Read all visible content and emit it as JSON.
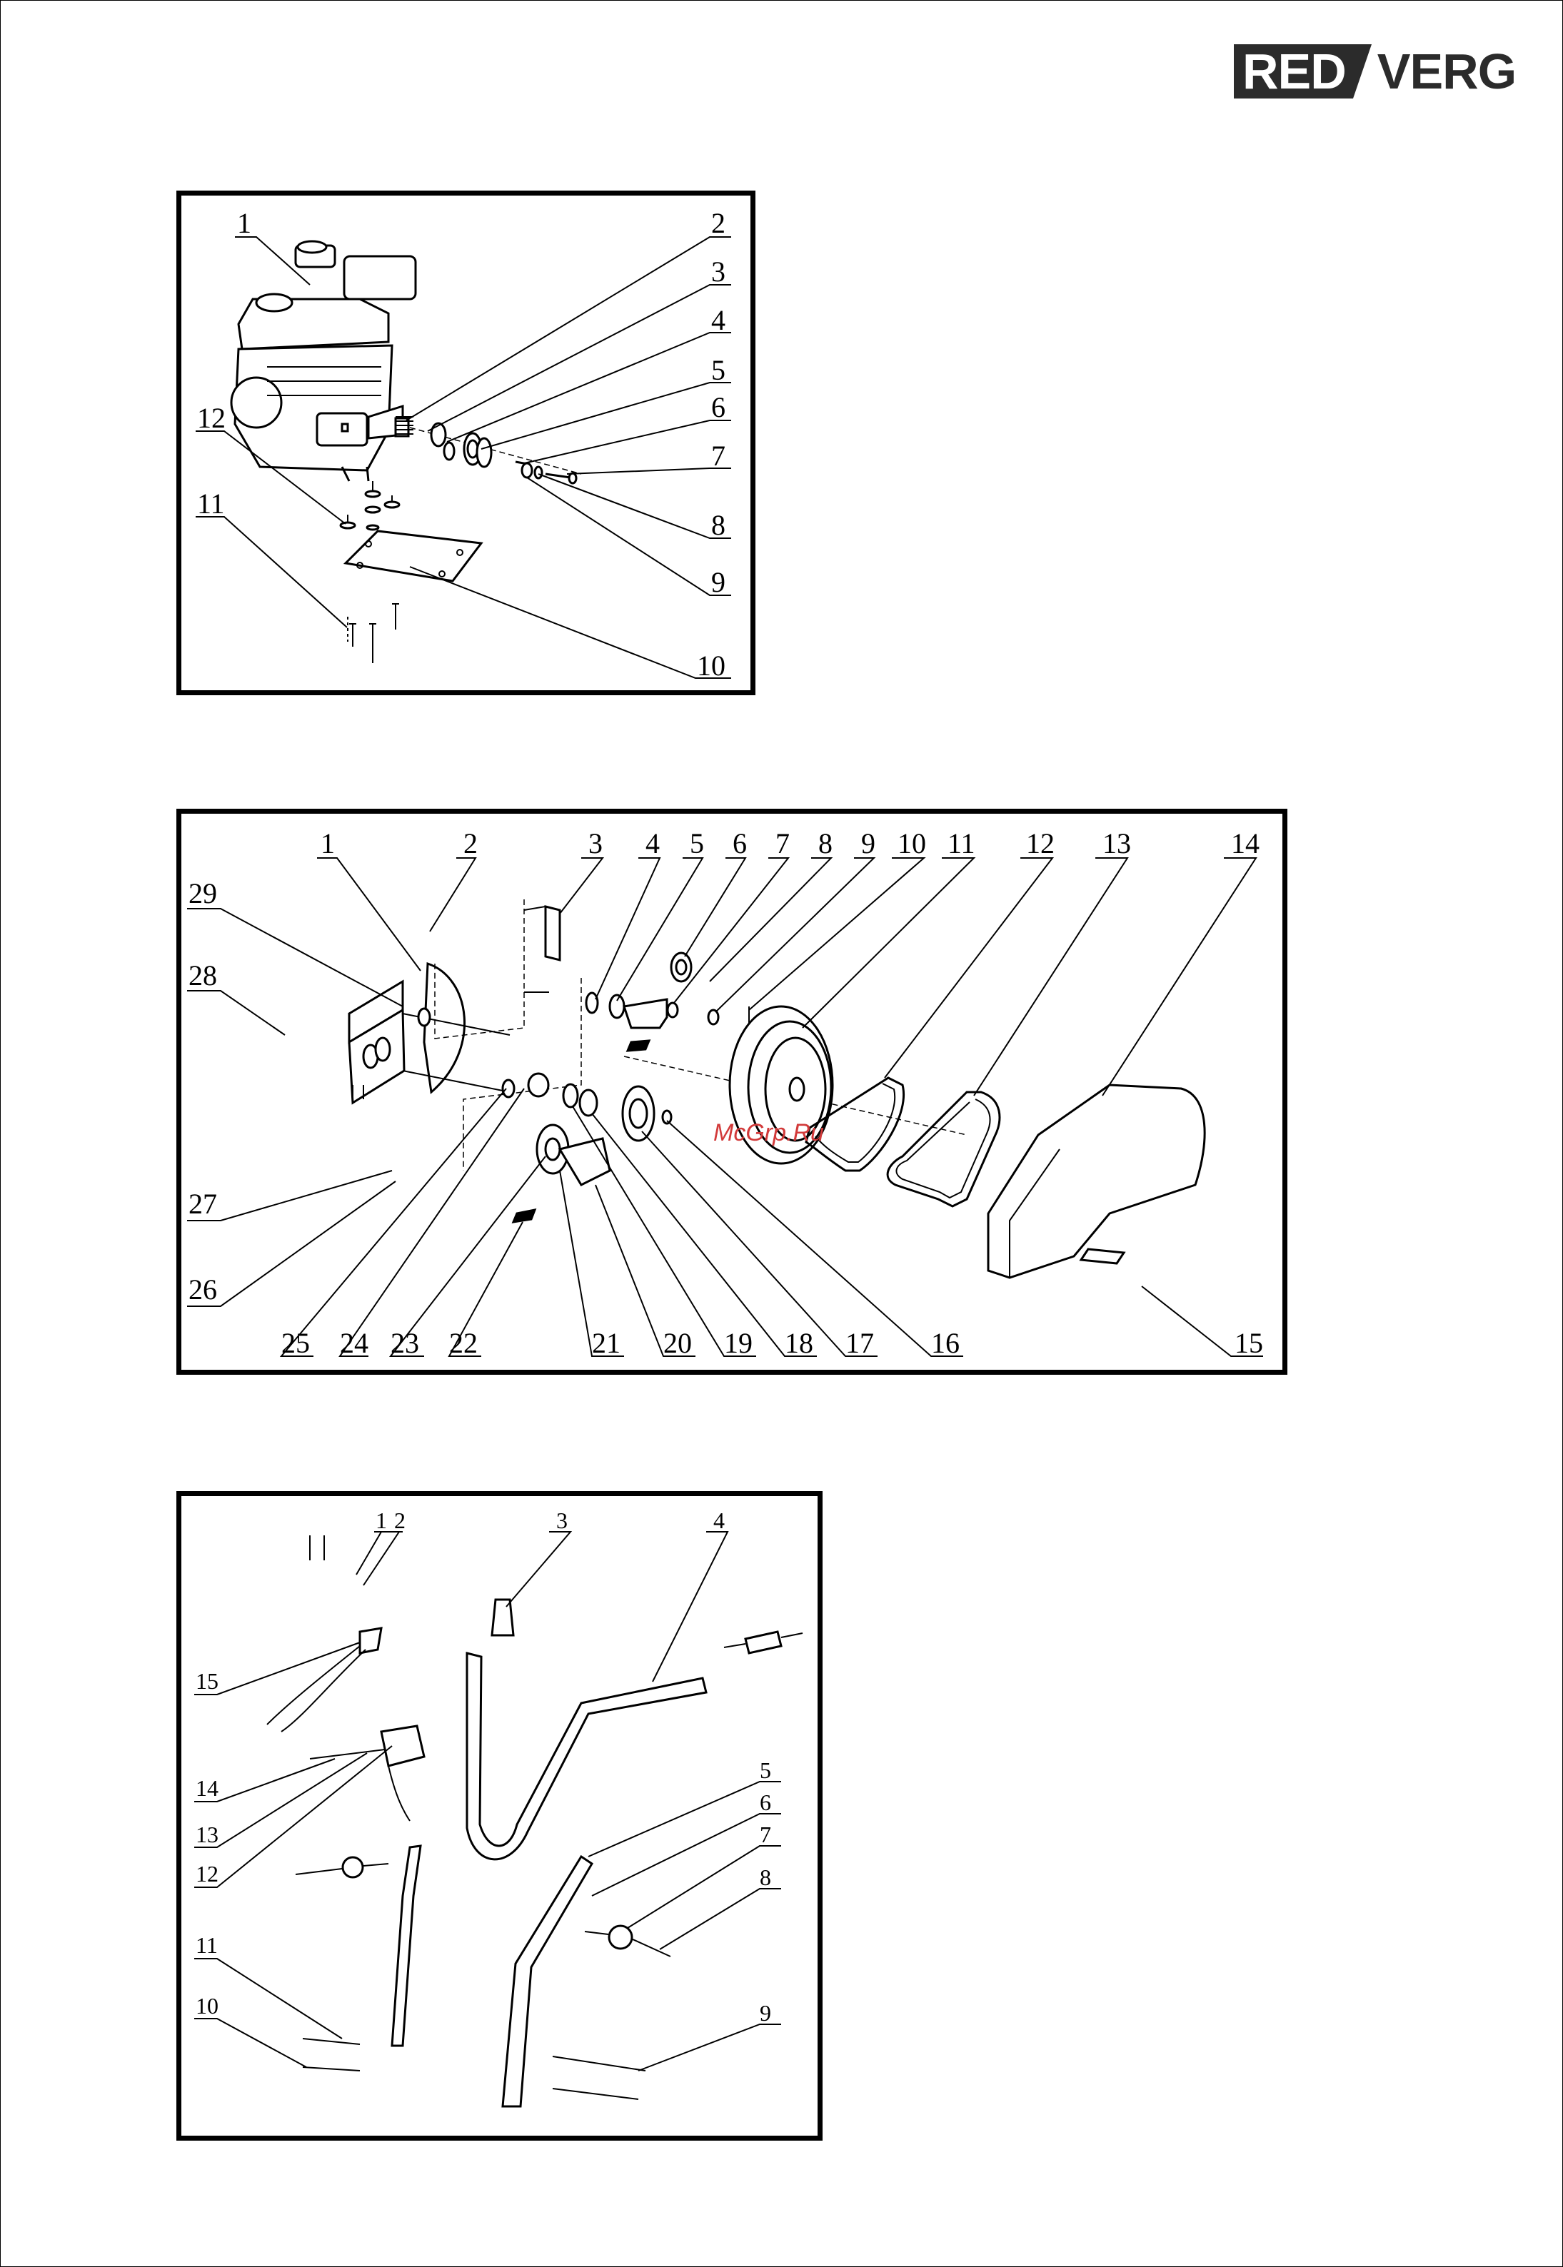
{
  "brand": {
    "logo_text_left": "RED",
    "logo_text_right": "VERG",
    "logo_color": "#2b2b2b"
  },
  "watermark": "McGrp.Ru",
  "watermark_color": "#d23a3a",
  "diagram1": {
    "labels": [
      "1",
      "2",
      "3",
      "4",
      "5",
      "6",
      "7",
      "8",
      "9",
      "10",
      "11",
      "12"
    ]
  },
  "diagram2": {
    "labels": [
      "1",
      "2",
      "3",
      "4",
      "5",
      "6",
      "7",
      "8",
      "9",
      "10",
      "11",
      "12",
      "13",
      "14",
      "15",
      "16",
      "17",
      "18",
      "19",
      "20",
      "21",
      "22",
      "23",
      "24",
      "25",
      "26",
      "27",
      "28",
      "29"
    ]
  },
  "diagram3": {
    "labels": [
      "1",
      "2",
      "3",
      "4",
      "5",
      "6",
      "7",
      "8",
      "9",
      "10",
      "11",
      "12",
      "13",
      "14",
      "15"
    ]
  }
}
